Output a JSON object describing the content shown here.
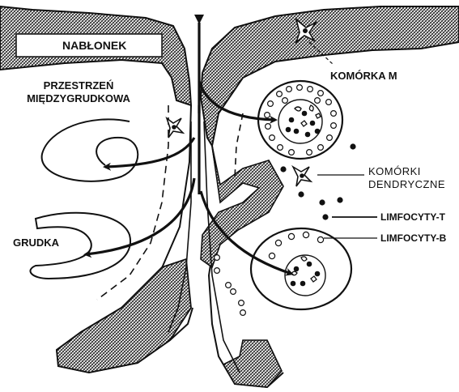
{
  "labels": {
    "epithelium": "NABŁONEK",
    "interfollicular_line1": "PRZESTRZEŃ",
    "interfollicular_line2": "MIĘDZYGRUDKOWA",
    "m_cell": "KOMÓRKA M",
    "dendritic_line1": "KOMÓRKI",
    "dendritic_line2": "DENDRYCZNE",
    "t_lymphocytes": "LIMFOCYTY-T",
    "follicle": "GRUDKA",
    "b_lymphocytes": "LIMFOCYTY-B"
  },
  "colors": {
    "ink": "#111111",
    "epithelium_hatch": "#222222",
    "background": "#ffffff"
  }
}
